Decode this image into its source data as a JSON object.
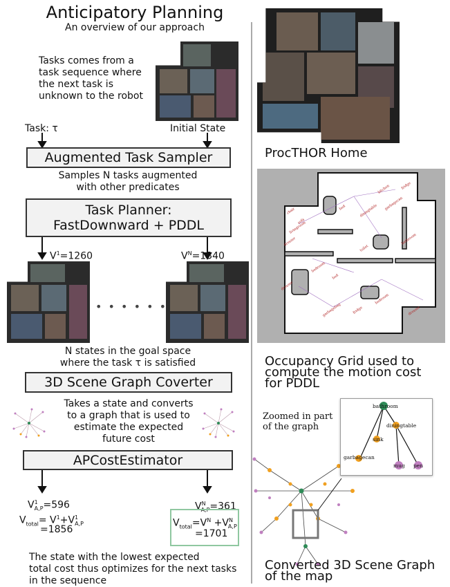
{
  "left": {
    "title": "Anticipatory Planning",
    "subtitle": "An overview of our approach",
    "intro": [
      "Tasks comes from a",
      "task sequence where",
      "the next task is",
      "unknown to the robot"
    ],
    "task_label": "Task: τ",
    "initial_state_label": "Initial State",
    "box_sampler": "Augmented Task Sampler",
    "sampler_desc": [
      "Samples N tasks augmented",
      "with other predicates"
    ],
    "box_planner": [
      "Task Planner:",
      "FastDownward + PDDL"
    ],
    "v1_label": "V",
    "v1_sup": "1",
    "v1_value": "=1260",
    "vn_label": "V",
    "vn_sup": "N",
    "vn_value": "=1340",
    "dots": "• • • • • •",
    "goal_desc": [
      "N states in the goal space",
      "where the task τ is satisfied"
    ],
    "box_converter": "3D Scene Graph Coverter",
    "converter_desc": [
      "Takes a state and converts",
      "to a graph that is used to",
      "estimate the expected",
      "future cost"
    ],
    "box_estimator": "APCostEstimator",
    "left_result": {
      "v_ap": "V",
      "v_ap_sup": "1",
      "v_ap_sub": "A,P",
      "v_ap_value": "=596",
      "total_prefix": "V",
      "total_sub": "total",
      "total_expr": "= V",
      "total_expr_sup": "1",
      "total_plus": "+V",
      "total_plus_sup": "1",
      "total_plus_sub": "A,P",
      "total_value": "=1856"
    },
    "right_result": {
      "v_ap": "V",
      "v_ap_sup": "N",
      "v_ap_sub": "A,P",
      "v_ap_value": "=361",
      "total_prefix": "V",
      "total_sub": "total",
      "total_expr": "=V",
      "total_expr_sup": "N",
      "total_plus": " +V",
      "total_plus_sup": "N",
      "total_plus_sub": "A,P",
      "total_value": "=1701"
    },
    "conclusion": [
      "The state with the lowest expected",
      "total cost thus optimizes for the next tasks",
      "in the sequence"
    ]
  },
  "right": {
    "procthor_label": "ProcTHOR Home",
    "occupancy_label": [
      "Occupancy Grid used to",
      "compute the motion cost",
      "for PDDL"
    ],
    "zoom_label": [
      "Zoomed in part",
      "of the graph"
    ],
    "graph_label": [
      "Converted 3D Scene Graph",
      "of  the map"
    ],
    "zoom_nodes": {
      "bathroom": "bathroom",
      "diningtable": "diningtable",
      "sink": "sink",
      "garbagecan": "garbagecan",
      "mug": "mug",
      "pen": "pen"
    },
    "grid_labels": [
      "chair",
      "sofa",
      "livingroom",
      "bed",
      "dresser",
      "kitchen",
      "fridge",
      "garbagecan",
      "diningtable",
      "bathroom",
      "toilet",
      "bedroom",
      "dresser",
      "bedroom",
      "garbagebag",
      "fridge",
      "bed",
      "dresser"
    ]
  },
  "colors": {
    "box_fill": "#f2f2f2",
    "green": "#8fc7a0",
    "orange": "#f0a020",
    "purple": "#c080c0",
    "darkgreen": "#2e8b57",
    "floor": "#6a5a4c"
  }
}
